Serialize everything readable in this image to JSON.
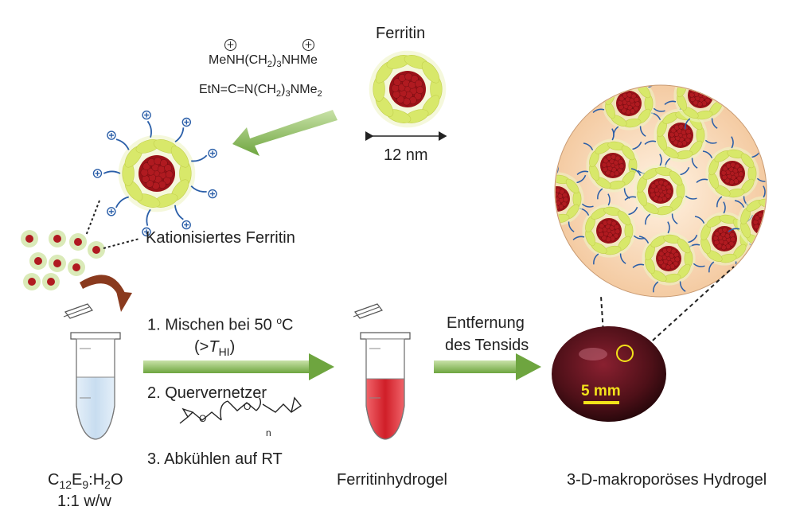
{
  "labels": {
    "ferritin_title": "Ferritin",
    "size": "12 nm",
    "cationized": "Kationisiertes Ferritin",
    "step1_a": "1. Mischen bei 50 ",
    "step1_sup": "o",
    "step1_b": "C",
    "step1_paren_open": "(>",
    "step1_T": "T",
    "step1_sub": "HI",
    "step1_paren_close": ")",
    "step2": "2. Quervernetzer",
    "step3": "3. Abkühlen auf RT",
    "removal_line1": "Entfernung",
    "removal_line2": "des Tensids",
    "surf_a": "C",
    "surf_b": "12",
    "surf_c": "E",
    "surf_d": "9",
    "surf_e": ":H",
    "surf_f": "2",
    "surf_g": "O",
    "ratio": "1:1 w/w",
    "hydrogel": "Ferritinhydrogel",
    "macro": "3-D-makroporöses Hydrogel",
    "scale": "5 mm"
  },
  "chem": {
    "r1_a": "MeNH(CH",
    "r1_sub": "2",
    "r1_b": ")",
    "r1_sub2": "3",
    "r1_c": "NHMe",
    "r2_a": "EtN=C=N(CH",
    "r2_sub": "2",
    "r2_b": ")",
    "r2_sub2": "3",
    "r2_c": "NMe",
    "r2_sub3": "2",
    "charge": "+",
    "crosslinker_n": "n",
    "crosslinker_o": "O"
  },
  "colors": {
    "shell": "#d8e86a",
    "core": "#b01a20",
    "arrow": "#7fb24d",
    "liquid_blue": "#cfe3f3",
    "liquid_red": "#d8242c",
    "pos_charge": "#2a5ea8",
    "gel_bg": "#f6d3b0",
    "scale_bar": "#f2e21a"
  }
}
